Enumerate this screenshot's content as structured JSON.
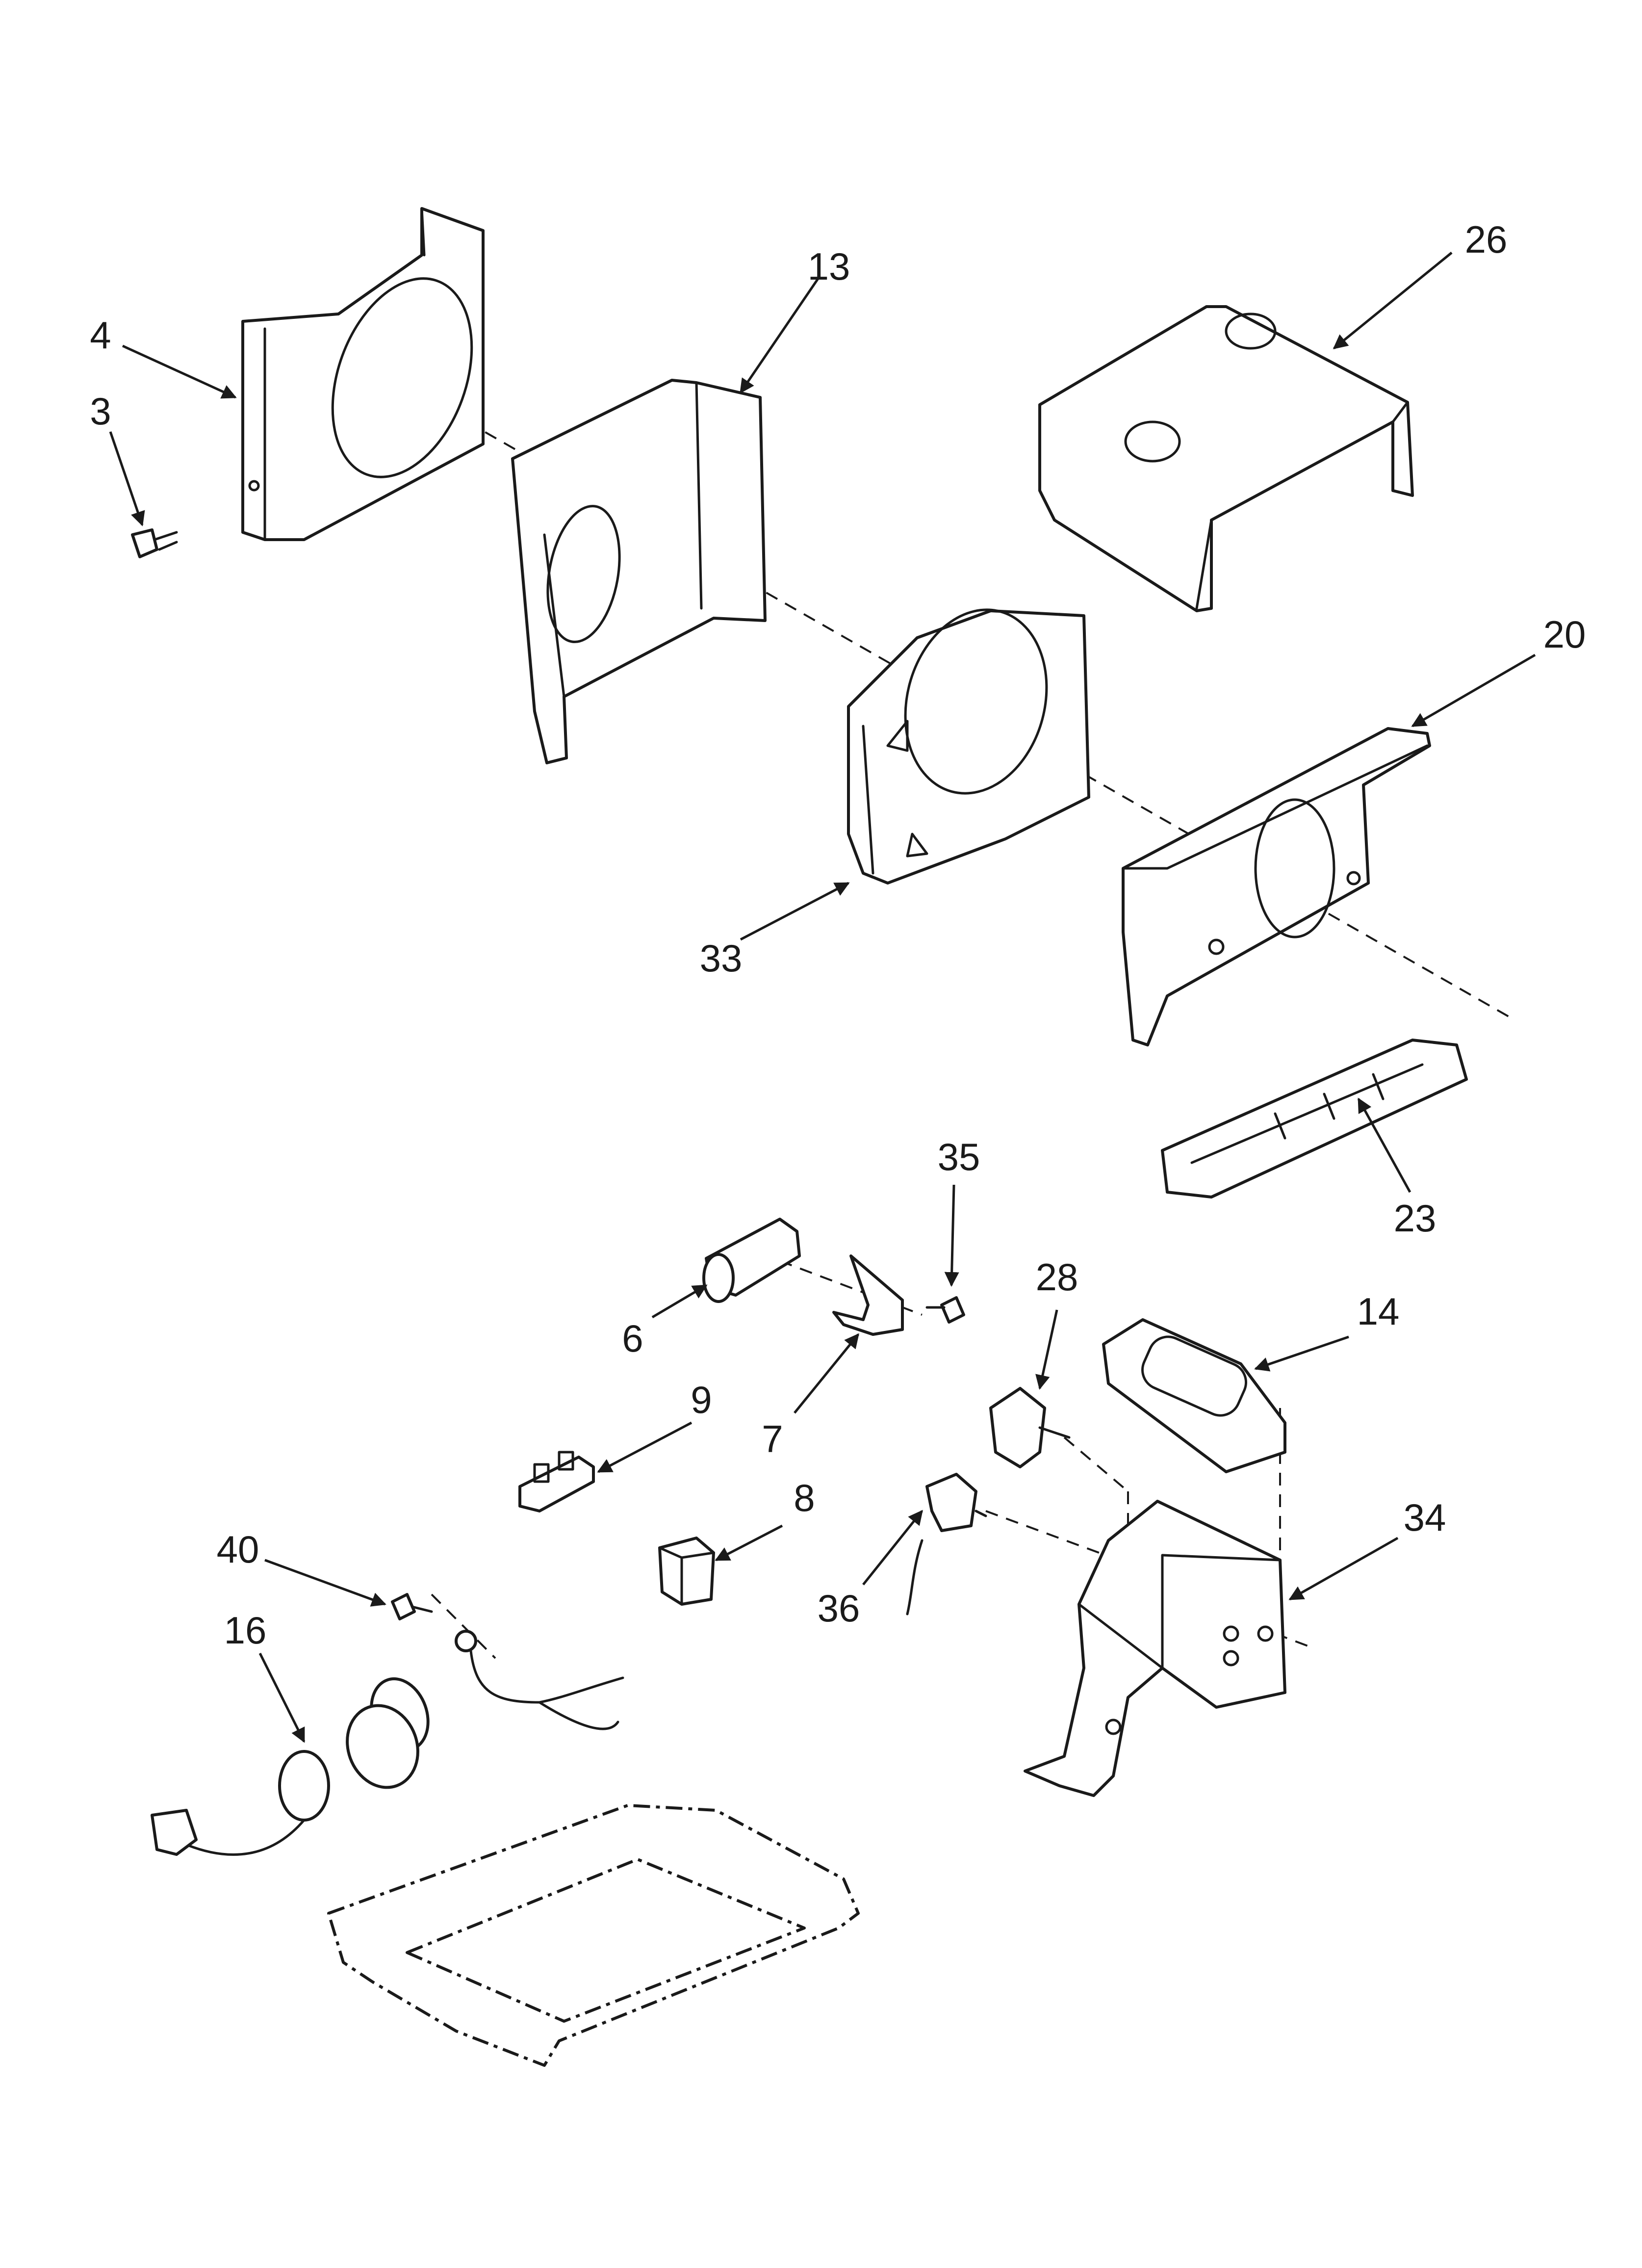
{
  "callouts": {
    "c3": "3",
    "c4": "4",
    "c6": "6",
    "c7": "7",
    "c8": "8",
    "c9": "9",
    "c13": "13",
    "c14": "14",
    "c16": "16",
    "c20": "20",
    "c23": "23",
    "c26": "26",
    "c28": "28",
    "c33": "33",
    "c34": "34",
    "c35": "35",
    "c36": "36",
    "c40": "40"
  }
}
